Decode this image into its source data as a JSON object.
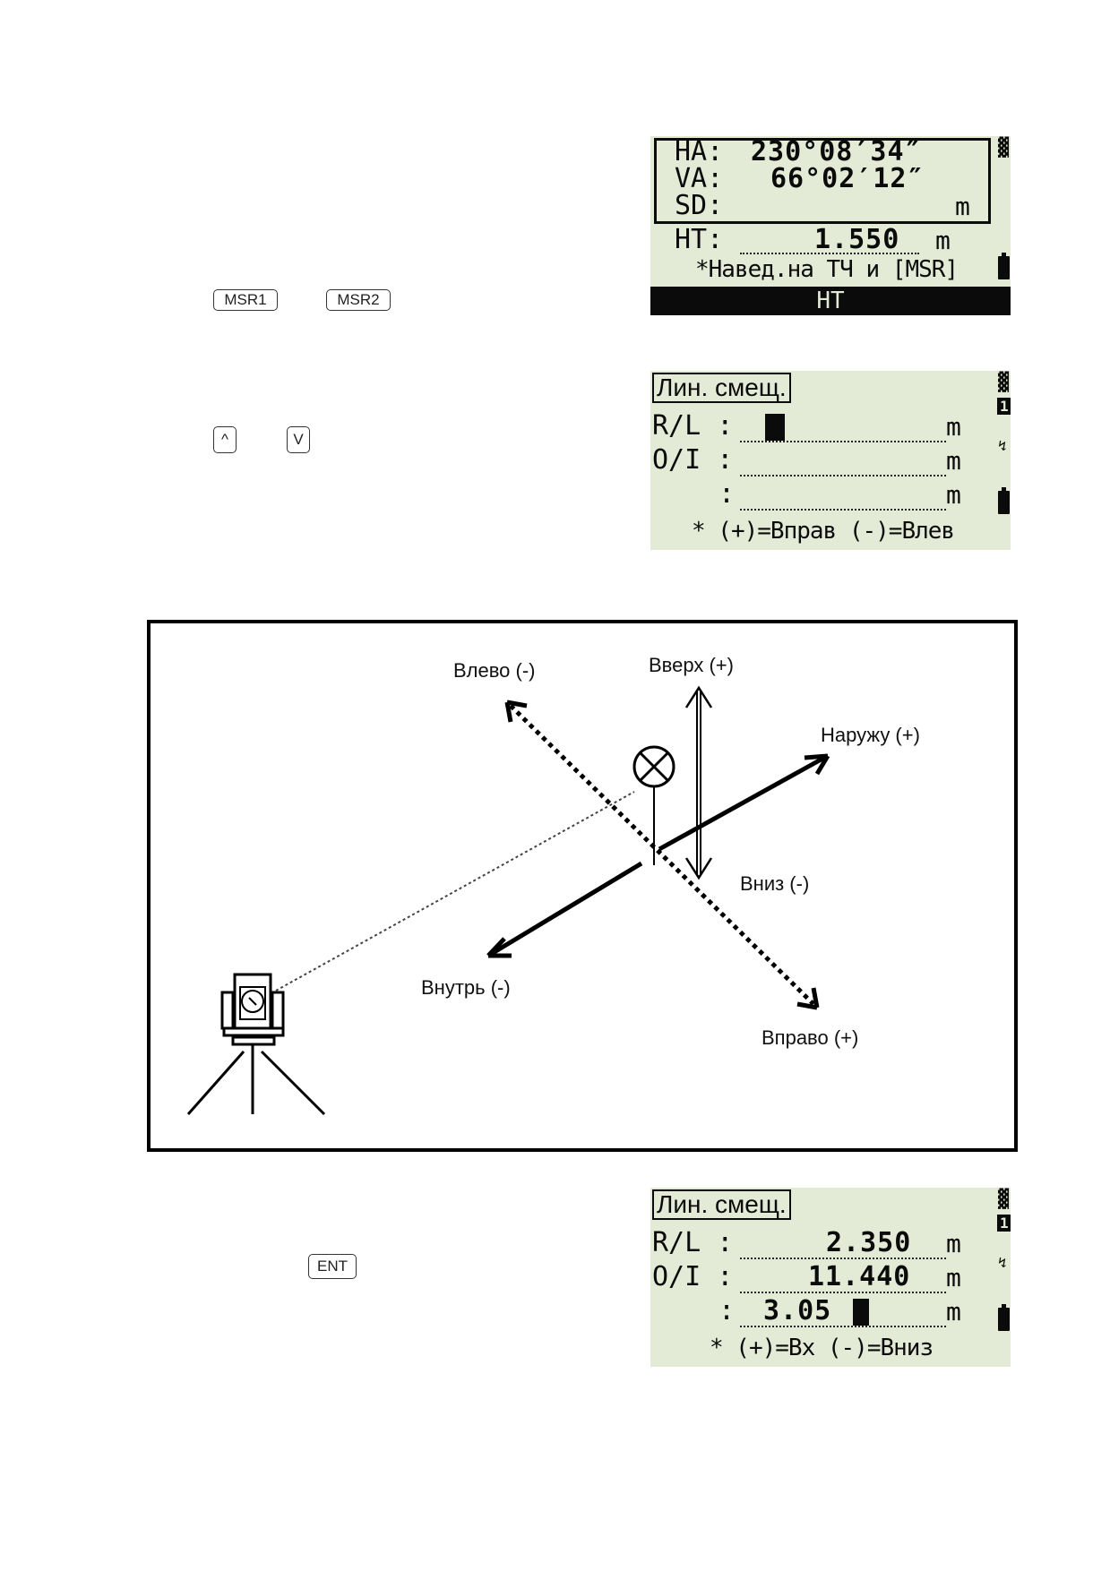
{
  "keys": {
    "msr1": "MSR1",
    "msr2": "MSR2",
    "up": "^",
    "down": "V",
    "ent": "ENT"
  },
  "screen1": {
    "ha_label": "HA:",
    "ha_value": "230°08′34″",
    "va_label": "VA:",
    "va_value": "66°02′12″",
    "sd_label": "SD:",
    "sd_unit": "m",
    "ht_label": "HT:",
    "ht_value": "1.550",
    "ht_unit": "m",
    "prompt": "*Навед.на ТЧ и [MSR]",
    "softkey": "HT"
  },
  "screen2": {
    "title": "Лин. смещ.",
    "rl_label": "R/L :",
    "rl_unit": "m",
    "oi_label": "O/I :",
    "oi_unit": "m",
    "third_label": ":",
    "third_unit": "m",
    "hint": "* (+)=Вправ (-)=Влев",
    "icon_page": "1"
  },
  "diagram": {
    "label_left": "Влево (-)",
    "label_up": "Вверх (+)",
    "label_out": "Наружу (+)",
    "label_down": "Вниз (-)",
    "label_in": "Внутрь (-)",
    "label_right": "Вправо (+)"
  },
  "screen3": {
    "title": "Лин. смещ.",
    "rl_label": "R/L :",
    "rl_value": "2.350",
    "rl_unit": "m",
    "oi_label": "O/I :",
    "oi_value": "11.440",
    "oi_unit": "m",
    "third_label": ":",
    "third_value": "3.05",
    "third_unit": "m",
    "hint": "* (+)=Вх (-)=Вниз",
    "icon_page": "1"
  }
}
